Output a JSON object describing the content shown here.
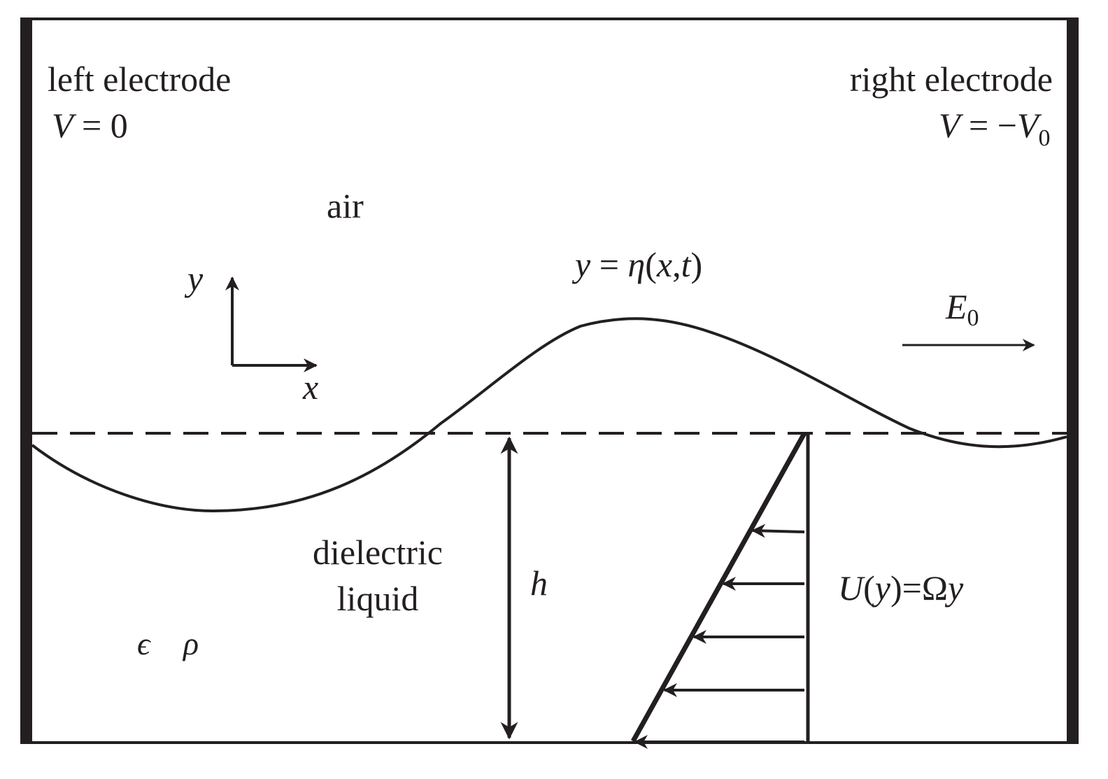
{
  "labels": {
    "left_electrode": "left electrode",
    "left_voltage_var": "V",
    "left_voltage_rest": " = 0",
    "right_electrode": "right electrode",
    "right_voltage_var": "V",
    "right_voltage_mid": " = −",
    "right_voltage_var2": "V",
    "right_voltage_sub": "0",
    "air": "air",
    "interface_lhs": "y",
    "interface_eq": " = ",
    "interface_eta": "η",
    "interface_args_open": "(",
    "interface_x": "x",
    "interface_comma": ",",
    "interface_t": "t",
    "interface_args_close": ")",
    "field_var": "E",
    "field_sub": "0",
    "axis_y": "y",
    "axis_x": "x",
    "dielectric_line1": "dielectric",
    "dielectric_line2": "liquid",
    "depth": "h",
    "epsilon": "ϵ",
    "rho": "ρ",
    "shear_U": "U",
    "shear_open": "(",
    "shear_y": "y",
    "shear_close": ")=Ω",
    "shear_y2": "y"
  },
  "colors": {
    "ink": "#231f20",
    "background": "#ffffff"
  }
}
